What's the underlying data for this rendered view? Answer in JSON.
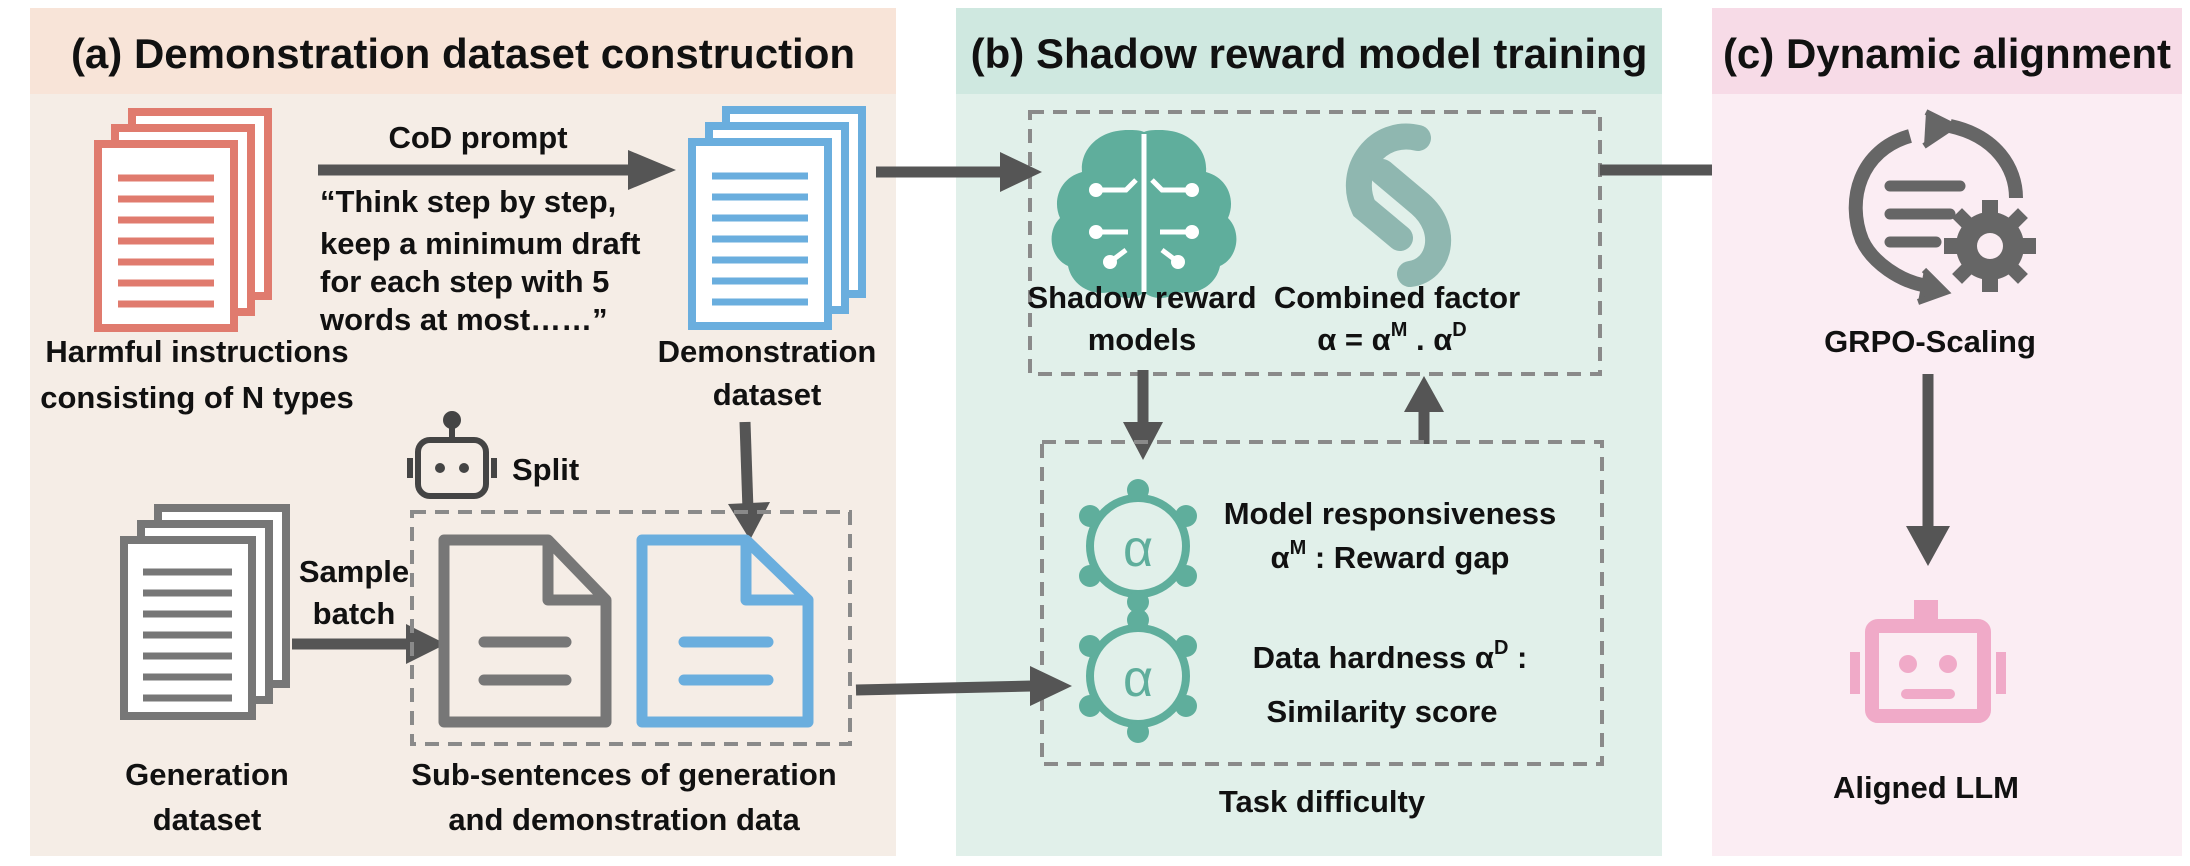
{
  "panels": {
    "a": {
      "title": "(a) Demonstration dataset construction",
      "bg": "#f5ede6",
      "header_bg": "#f8e4d8"
    },
    "b": {
      "title": "(b) Shadow reward model training",
      "bg": "#e1f0ea",
      "header_bg": "#cfe8e0"
    },
    "c": {
      "title": "(c) Dynamic alignment",
      "bg": "#fbedf3",
      "header_bg": "#f7dbe7"
    }
  },
  "panel_a": {
    "harmful_label_1": "Harmful instructions",
    "harmful_label_2": "consisting of N types",
    "cod_prompt_label": "CoD prompt",
    "prompt_line_1": "“Think step by step,",
    "prompt_line_2": "keep a minimum draft",
    "prompt_line_3": "for each step with 5",
    "prompt_line_4": "words at most……”",
    "demo_label_1": "Demonstration",
    "demo_label_2": "dataset",
    "split_label": "Split",
    "sample_label_1": "Sample",
    "sample_label_2": "batch",
    "generation_label_1": "Generation",
    "generation_label_2": "dataset",
    "subsent_label_1": "Sub-sentences of generation",
    "subsent_label_2": "and demonstration data"
  },
  "panel_b": {
    "shadow_label_1": "Shadow reward",
    "shadow_label_2": "models",
    "combined_label": "Combined factor",
    "alpha_eq_main": "α  = α",
    "alpha_eq_sup1": "M",
    "alpha_eq_mid": " . α",
    "alpha_eq_sup2": "D",
    "resp_label_1": "Model responsiveness",
    "resp_alpha": "α",
    "resp_sup": "M",
    "resp_rest": " : Reward gap",
    "hard_label_pre": "Data hardness α",
    "hard_sup": "D",
    "hard_rest": " :",
    "hard_label_2": "Similarity score",
    "task_label": "Task difficulty",
    "alpha_symbol": "α"
  },
  "panel_c": {
    "grpo_label": "GRPO-Scaling",
    "aligned_label": "Aligned LLM"
  },
  "colors": {
    "harmful": "#e07b6e",
    "demo": "#6aaede",
    "generation": "#777777",
    "teal": "#5fae9c",
    "teal_light": "#8fb7b0",
    "arrow": "#555555",
    "dashed": "#8a8a8a",
    "robot_pink": "#f0aac8",
    "text": "#111111"
  }
}
